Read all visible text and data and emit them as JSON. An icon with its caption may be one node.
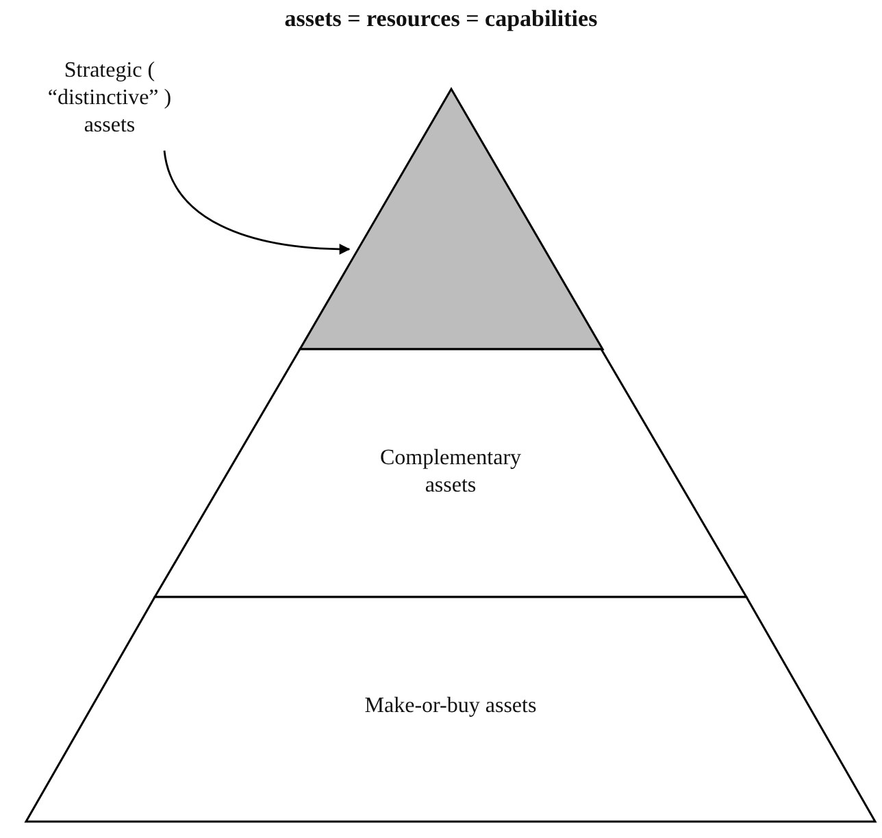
{
  "diagram": {
    "title": "assets = resources = capabilities",
    "nodes": [
      {
        "text": [
          "Strategic ( “distinctive” ) assets"
        ]
      },
      {
        "text": [],
        "shape": "triangle"
      },
      {
        "text": [
          "Complementary assets"
        ]
      },
      {
        "text": [
          "Make-or-buy assets"
        ]
      }
    ],
    "edges": [
      {
        "from": 0,
        "to": 1,
        "arrow": "to"
      }
    ]
  }
}
